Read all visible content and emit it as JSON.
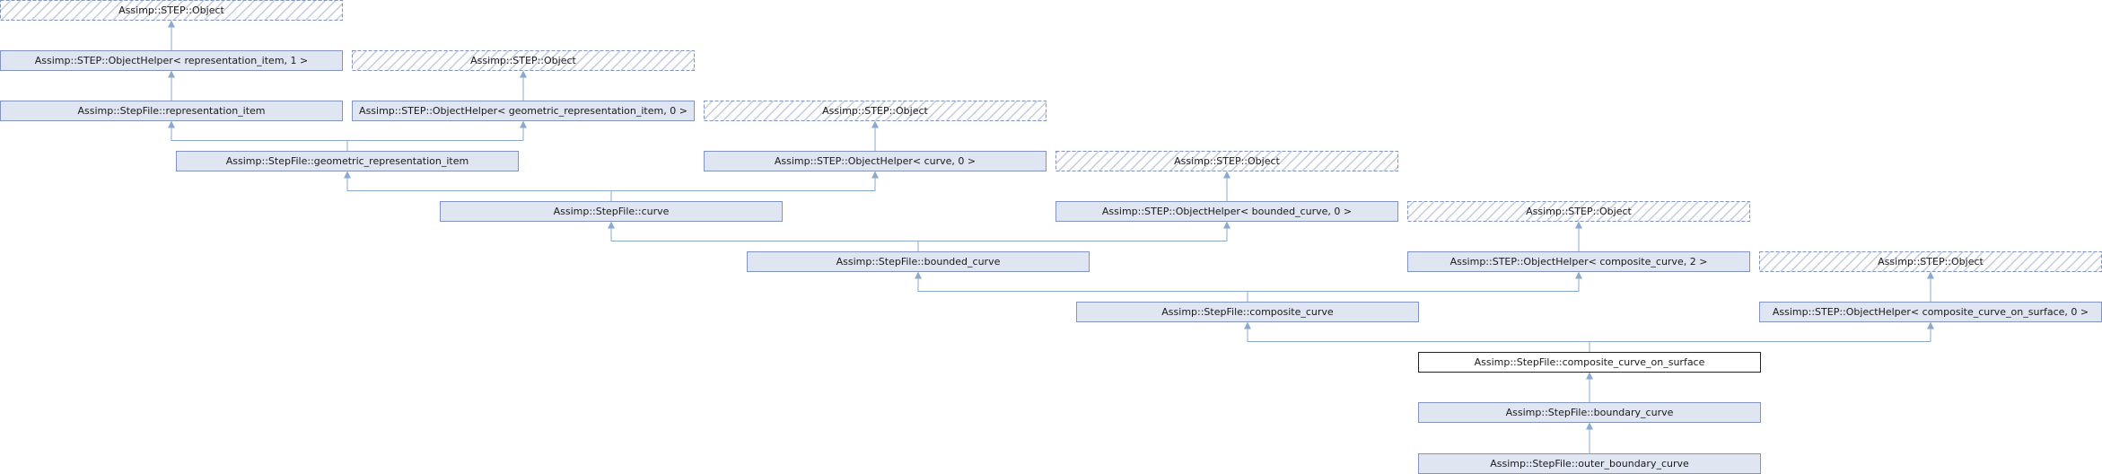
{
  "colors": {
    "node_fill": "#e0e5f2",
    "node_border": "#8494c0",
    "edge": "#8aaad4",
    "current_border": "#222222",
    "hatch": "#c5cbe0"
  },
  "nodes": [
    {
      "id": "obj1",
      "label": "Assimp::STEP::Object",
      "style": "hatched"
    },
    {
      "id": "oh_ri",
      "label": "Assimp::STEP::ObjectHelper< representation_item, 1 >",
      "style": "solid"
    },
    {
      "id": "obj2",
      "label": "Assimp::STEP::Object",
      "style": "hatched"
    },
    {
      "id": "ri",
      "label": "Assimp::StepFile::representation_item",
      "style": "solid"
    },
    {
      "id": "oh_gri",
      "label": "Assimp::STEP::ObjectHelper< geometric_representation_item, 0 >",
      "style": "solid"
    },
    {
      "id": "obj3",
      "label": "Assimp::STEP::Object",
      "style": "hatched"
    },
    {
      "id": "gri",
      "label": "Assimp::StepFile::geometric_representation_item",
      "style": "solid"
    },
    {
      "id": "oh_curve",
      "label": "Assimp::STEP::ObjectHelper< curve, 0 >",
      "style": "solid"
    },
    {
      "id": "obj4",
      "label": "Assimp::STEP::Object",
      "style": "hatched"
    },
    {
      "id": "curve",
      "label": "Assimp::StepFile::curve",
      "style": "solid"
    },
    {
      "id": "oh_bc",
      "label": "Assimp::STEP::ObjectHelper< bounded_curve, 0 >",
      "style": "solid"
    },
    {
      "id": "obj5",
      "label": "Assimp::STEP::Object",
      "style": "hatched"
    },
    {
      "id": "bc",
      "label": "Assimp::StepFile::bounded_curve",
      "style": "solid"
    },
    {
      "id": "oh_cc",
      "label": "Assimp::STEP::ObjectHelper< composite_curve, 2 >",
      "style": "solid"
    },
    {
      "id": "obj6",
      "label": "Assimp::STEP::Object",
      "style": "hatched"
    },
    {
      "id": "cc",
      "label": "Assimp::StepFile::composite_curve",
      "style": "solid"
    },
    {
      "id": "oh_ccos",
      "label": "Assimp::STEP::ObjectHelper< composite_curve_on_surface, 0 >",
      "style": "solid"
    },
    {
      "id": "ccos",
      "label": "Assimp::StepFile::composite_curve_on_surface",
      "style": "current"
    },
    {
      "id": "bdc",
      "label": "Assimp::StepFile::boundary_curve",
      "style": "solid"
    },
    {
      "id": "obc",
      "label": "Assimp::StepFile::outer_boundary_curve",
      "style": "solid"
    }
  ],
  "edges": [
    {
      "from": "obj1",
      "to": "oh_ri"
    },
    {
      "from": "oh_ri",
      "to": "ri"
    },
    {
      "from": "obj2",
      "to": "oh_gri"
    },
    {
      "from": "ri",
      "to": "gri"
    },
    {
      "from": "oh_gri",
      "to": "gri"
    },
    {
      "from": "obj3",
      "to": "oh_curve"
    },
    {
      "from": "gri",
      "to": "curve"
    },
    {
      "from": "oh_curve",
      "to": "curve"
    },
    {
      "from": "obj4",
      "to": "oh_bc"
    },
    {
      "from": "curve",
      "to": "bc"
    },
    {
      "from": "oh_bc",
      "to": "bc"
    },
    {
      "from": "obj5",
      "to": "oh_cc"
    },
    {
      "from": "bc",
      "to": "cc"
    },
    {
      "from": "oh_cc",
      "to": "cc"
    },
    {
      "from": "obj6",
      "to": "oh_ccos"
    },
    {
      "from": "cc",
      "to": "ccos"
    },
    {
      "from": "oh_ccos",
      "to": "ccos"
    },
    {
      "from": "ccos",
      "to": "bdc"
    },
    {
      "from": "bdc",
      "to": "obc"
    }
  ]
}
